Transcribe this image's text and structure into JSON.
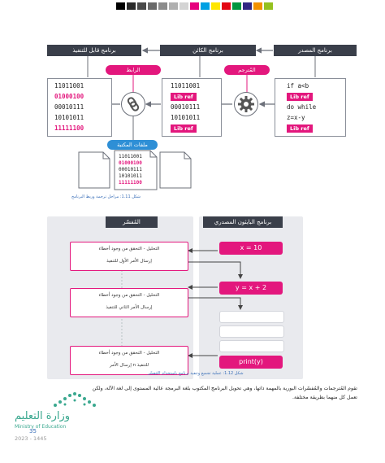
{
  "top_stages": {
    "executable": "برنامج قابل للتنفيذ",
    "object": "برنامج الكائن",
    "source": "برنامج المصدر"
  },
  "linker_label": "الرابط",
  "compiler_label": "المُترجم",
  "library_label": "ملفات المكتبة",
  "executable_box": [
    {
      "text": "11011001",
      "highlight": false
    },
    {
      "text": "01000100",
      "highlight": true
    },
    {
      "text": "00010111",
      "highlight": false
    },
    {
      "text": "10101011",
      "highlight": false
    },
    {
      "text": "11111100",
      "highlight": true
    }
  ],
  "object_box": [
    {
      "text": "11011001",
      "ref": false
    },
    {
      "text": "Lib ref",
      "ref": true
    },
    {
      "text": "00010111",
      "ref": false
    },
    {
      "text": "10101011",
      "ref": false
    },
    {
      "text": "Lib ref",
      "ref": true
    }
  ],
  "source_box": [
    {
      "text": "if a<b",
      "ref": false
    },
    {
      "text": "Lib ref",
      "ref": true
    },
    {
      "text": "do while",
      "ref": false
    },
    {
      "text": "z=x-y",
      "ref": false
    },
    {
      "text": "Lib ref",
      "ref": true
    }
  ],
  "library_box": [
    {
      "text": "11011001",
      "highlight": false
    },
    {
      "text": "01000100",
      "highlight": true
    },
    {
      "text": "00010111",
      "highlight": false
    },
    {
      "text": "10101011",
      "highlight": false
    },
    {
      "text": "11111100",
      "highlight": true
    }
  ],
  "caption1": "شكل 1.11: مراحل ترجمة وربط البرنامج",
  "interpreter": {
    "header": "المُفسّر",
    "steps": [
      {
        "line1": "التحليل - التحقق من وجود أخطاء",
        "line2": "إرسال الأمر الأول للتنفيذ"
      },
      {
        "line1": "التحليل - التحقق من وجود أخطاء",
        "line2": "إرسال الأمر الثاني للتنفيذ"
      },
      {
        "line1": "التحليل - التحقق من وجود أخطاء",
        "line2": "إرسال الأمر n للتنفيذ"
      }
    ]
  },
  "python_source": {
    "header": "برنامج البايثون المصدري",
    "statements": [
      "x = 10",
      "y = x + 2",
      "print(y)"
    ]
  },
  "caption2": "شكل 1.12: عملية تجميع وتنفيذ برنامج باستخدام المُفسّر",
  "paragraph": {
    "line1": "تقوم المُترجمات والمُفسّرات البورية بالمهمة ذاتها، وهي تحويل البرنامج المكتوب بلغة البرمجة عالية المستوى إلى لغة الآلة، ولكن",
    "line2": "تعمل كل منهما بطريقة مختلفة."
  },
  "ministry": {
    "arabic": "وزارة التعليم",
    "english": "Ministry of Education"
  },
  "page_number": "35",
  "year": "2023 - 1445",
  "colors": {
    "pink": "#e3177d",
    "dark": "#3a3f4a",
    "blue": "#2e8fd6",
    "panel": "#e9eaee",
    "teal": "#3aa88f"
  }
}
